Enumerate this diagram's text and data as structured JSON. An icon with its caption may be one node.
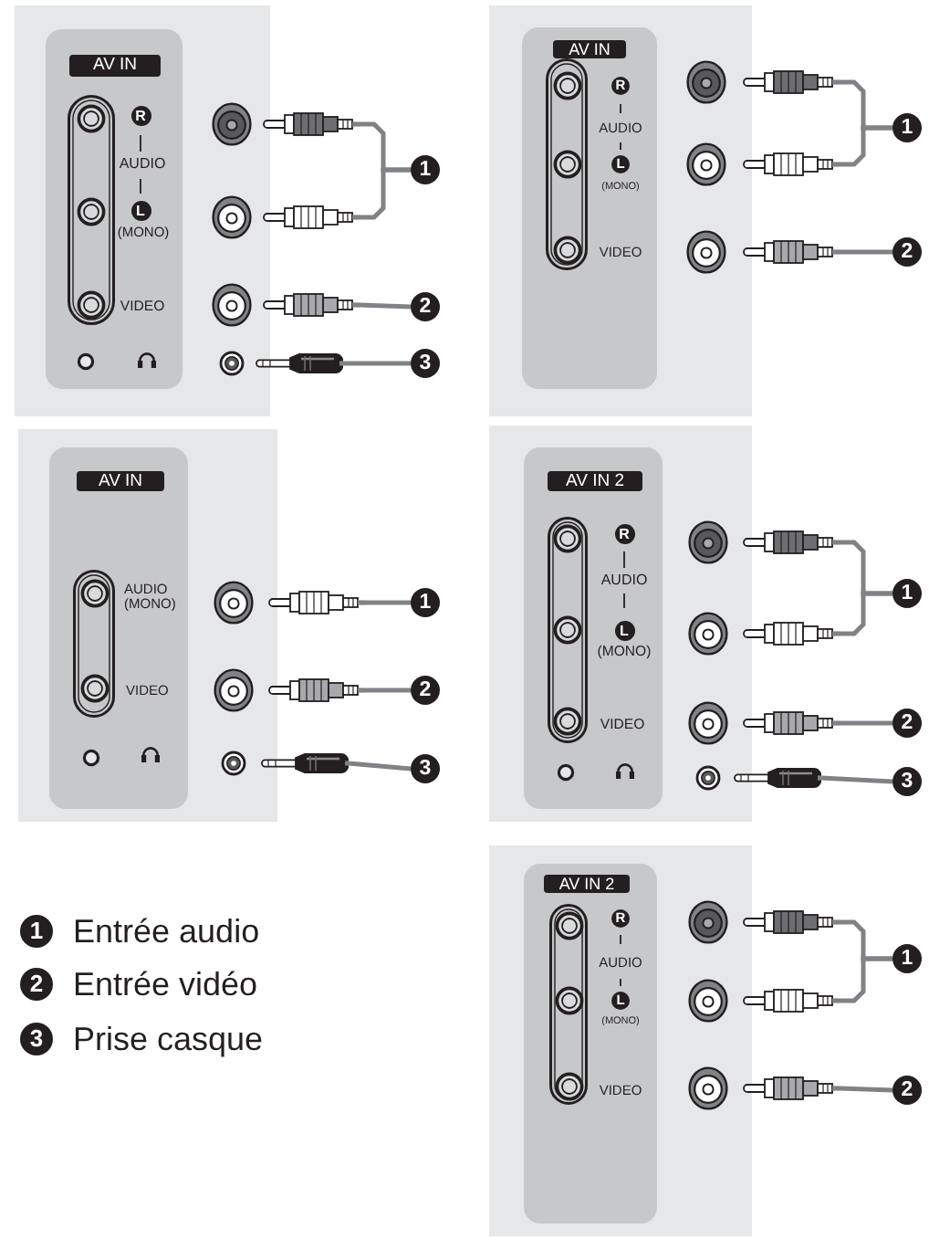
{
  "diagram": {
    "nodes": [
      {
        "text": [
          "AUDIO",
          "(MONO)",
          "VIDEO"
        ]
      },
      {
        "text": [
          "AV IN"
        ],
        "in": 0
      },
      {
        "text": [
          "R"
        ],
        "in": 0
      },
      {
        "text": [
          "L"
        ],
        "in": 0
      },
      {
        "text": [],
        "shape": "picture"
      },
      {
        "text": [],
        "shape": "picture"
      },
      {
        "text": [],
        "shape": "picture"
      },
      {
        "text": [],
        "shape": "picture"
      },
      {
        "text": [
          "1"
        ]
      },
      {
        "text": [
          "2"
        ]
      },
      {
        "text": [
          "3"
        ]
      },
      {
        "text": [
          "AUDIO",
          "(MONO)",
          "VIDEO"
        ]
      },
      {
        "text": [
          "AV IN"
        ],
        "in": 11
      },
      {
        "text": [
          "R"
        ],
        "in": 11
      },
      {
        "text": [
          "L"
        ],
        "in": 11
      },
      {
        "text": [],
        "shape": "picture"
      },
      {
        "text": [],
        "shape": "picture"
      },
      {
        "text": [],
        "shape": "picture"
      },
      {
        "text": [
          "1"
        ]
      },
      {
        "text": [
          "2"
        ]
      },
      {
        "text": [
          "AUDIO (MONO)",
          "VIDEO"
        ]
      },
      {
        "text": [
          "AV IN"
        ],
        "in": 20
      },
      {
        "text": [],
        "shape": "picture"
      },
      {
        "text": [],
        "shape": "picture"
      },
      {
        "text": [],
        "shape": "picture"
      },
      {
        "text": [
          "1"
        ]
      },
      {
        "text": [
          "2"
        ]
      },
      {
        "text": [
          "3"
        ]
      },
      {
        "text": [
          "AUDIO",
          "(MONO)",
          "VIDEO"
        ]
      },
      {
        "text": [
          "AV IN 2"
        ],
        "in": 28
      },
      {
        "text": [
          "R"
        ],
        "in": 28
      },
      {
        "text": [
          "L"
        ],
        "in": 28
      },
      {
        "text": [],
        "shape": "picture"
      },
      {
        "text": [],
        "shape": "picture"
      },
      {
        "text": [],
        "shape": "picture"
      },
      {
        "text": [],
        "shape": "picture"
      },
      {
        "text": [
          "1"
        ]
      },
      {
        "text": [
          "2"
        ]
      },
      {
        "text": [
          "3"
        ]
      },
      {
        "text": [
          "1"
        ],
        "beside": [
          "Entrée audio"
        ]
      },
      {
        "text": [
          "2"
        ],
        "beside": [
          "Entrée vidéo"
        ]
      },
      {
        "text": [
          "3"
        ],
        "beside": [
          "Prise casque"
        ]
      },
      {
        "text": [
          "AUDIO",
          "(MONO)",
          "VIDEO"
        ]
      },
      {
        "text": [
          "AV IN 2"
        ],
        "in": 42
      },
      {
        "text": [
          "R"
        ],
        "in": 42
      },
      {
        "text": [
          "L"
        ],
        "in": 42
      },
      {
        "text": [],
        "shape": "picture"
      },
      {
        "text": [],
        "shape": "picture"
      },
      {
        "text": [],
        "shape": "picture"
      },
      {
        "text": [
          "1"
        ]
      },
      {
        "text": [
          "2"
        ]
      }
    ],
    "edges": [
      {
        "from": 8,
        "to": 4,
        "arrow": "none"
      },
      {
        "from": 8,
        "to": 5,
        "arrow": "none"
      },
      {
        "from": 9,
        "to": 6,
        "arrow": "none"
      },
      {
        "from": 10,
        "to": 7,
        "arrow": "none"
      },
      {
        "from": 18,
        "to": 15,
        "arrow": "none"
      },
      {
        "from": 18,
        "to": 16,
        "arrow": "none"
      },
      {
        "from": 19,
        "to": 17,
        "arrow": "none"
      },
      {
        "from": 25,
        "to": 22,
        "arrow": "none"
      },
      {
        "from": 26,
        "to": 23,
        "arrow": "none"
      },
      {
        "from": 27,
        "to": 24,
        "arrow": "none"
      },
      {
        "from": 36,
        "to": 32,
        "arrow": "none"
      },
      {
        "from": 36,
        "to": 33,
        "arrow": "none"
      },
      {
        "from": 37,
        "to": 34,
        "arrow": "none"
      },
      {
        "from": 38,
        "to": 35,
        "arrow": "none"
      },
      {
        "from": 49,
        "to": 46,
        "arrow": "none"
      },
      {
        "from": 49,
        "to": 47,
        "arrow": "none"
      },
      {
        "from": 50,
        "to": 48,
        "arrow": "none"
      }
    ]
  }
}
